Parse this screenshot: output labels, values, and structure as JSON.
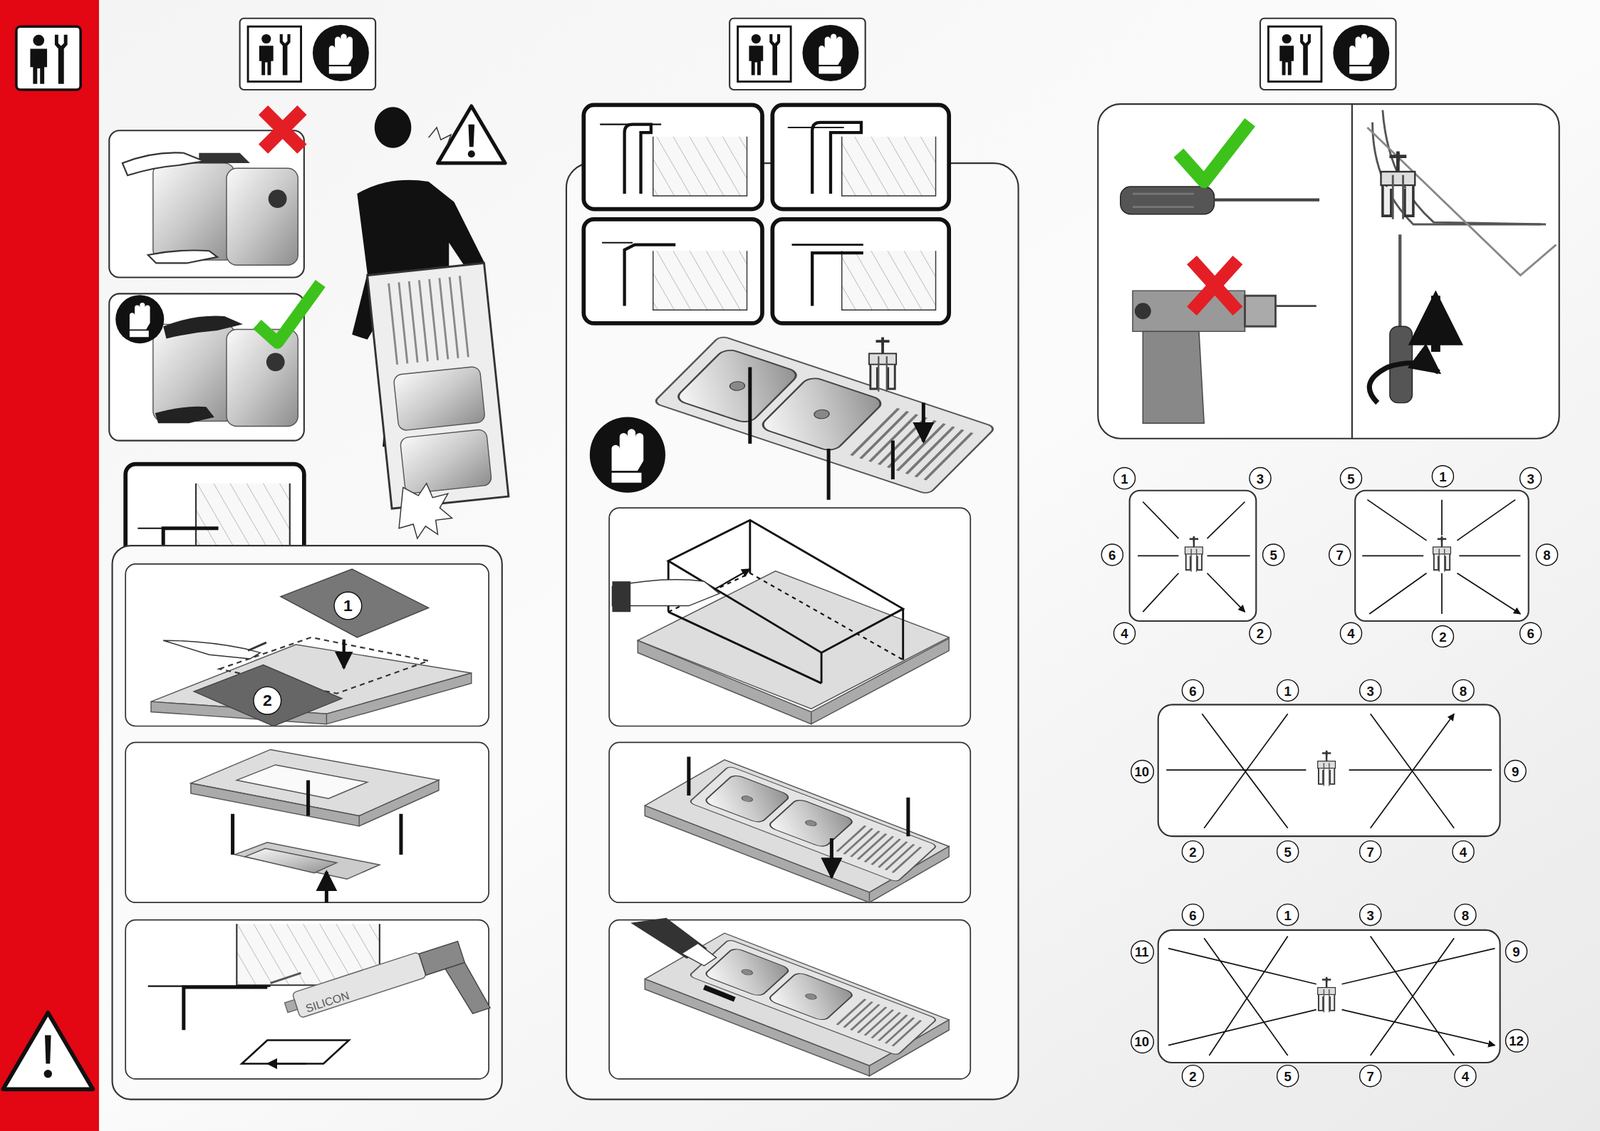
{
  "diagram": {
    "nodes": [
      {
        "text": [
          "1"
        ]
      },
      {
        "text": [
          "2"
        ]
      },
      {
        "text": [
          "1"
        ]
      },
      {
        "text": [
          "3"
        ]
      },
      {
        "text": [
          "6"
        ]
      },
      {
        "text": [
          "5"
        ]
      },
      {
        "text": [
          "4"
        ]
      },
      {
        "text": [
          "2"
        ]
      },
      {
        "text": [
          "5"
        ]
      },
      {
        "text": [
          "1"
        ]
      },
      {
        "text": [
          "3"
        ]
      },
      {
        "text": [
          "7"
        ]
      },
      {
        "text": [
          "8"
        ]
      },
      {
        "text": [
          "4"
        ]
      },
      {
        "text": [
          "2"
        ]
      },
      {
        "text": [
          "6"
        ]
      },
      {
        "text": [
          "6"
        ]
      },
      {
        "text": [
          "1"
        ]
      },
      {
        "text": [
          "3"
        ]
      },
      {
        "text": [
          "8"
        ]
      },
      {
        "text": [
          "10"
        ]
      },
      {
        "text": [
          "9"
        ]
      },
      {
        "text": [
          "2"
        ]
      },
      {
        "text": [
          "5"
        ]
      },
      {
        "text": [
          "7"
        ]
      },
      {
        "text": [
          "4"
        ]
      },
      {
        "text": [
          "6"
        ]
      },
      {
        "text": [
          "1"
        ]
      },
      {
        "text": [
          "3"
        ]
      },
      {
        "text": [
          "8"
        ]
      },
      {
        "text": [
          "11"
        ]
      },
      {
        "text": [
          "9"
        ]
      },
      {
        "text": [
          "10"
        ]
      },
      {
        "text": [
          "12"
        ]
      },
      {
        "text": [
          "2"
        ]
      },
      {
        "text": [
          "5"
        ]
      },
      {
        "text": [
          "7"
        ]
      },
      {
        "text": [
          "4"
        ]
      }
    ],
    "labels": [
      "SILICON"
    ]
  }
}
